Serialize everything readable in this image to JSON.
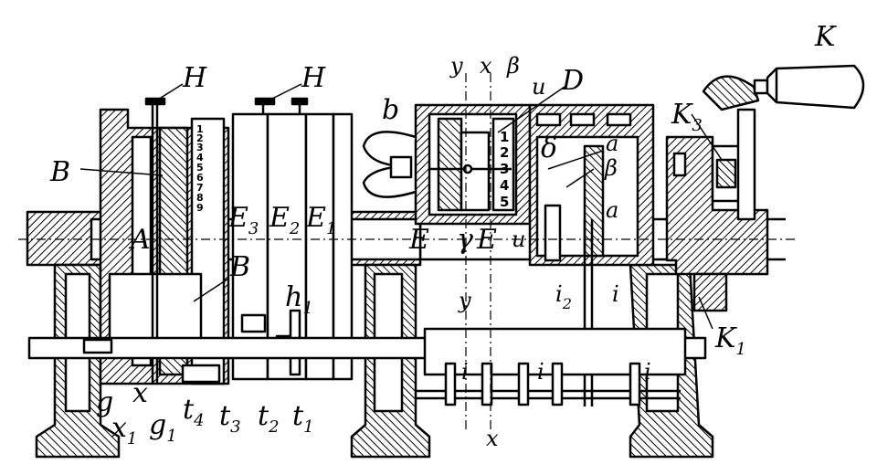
{
  "labels": {
    "K": "K",
    "H_left": "H",
    "H_mid": "H",
    "b": "b",
    "y_top": "y",
    "x_top": "x",
    "beta_top": "β",
    "u_top": "u",
    "D": "D",
    "K3": "K",
    "K3_sub": "3",
    "B_top": "B",
    "A": "A",
    "B_mid": "B",
    "E3": "E",
    "E3_sub": "3",
    "E2": "E",
    "E2_sub": "2",
    "E1": "E",
    "E1_sub": "1",
    "E_shaft": "E",
    "gamma": "γ",
    "E_sec": "E",
    "u_low": "u",
    "delta": "δ",
    "beta_right": "β",
    "a_upper": "a",
    "a_lower": "a",
    "h1": "h",
    "h1_sub": "1",
    "y_low": "y",
    "i2": "i",
    "i2_sub": "2",
    "i_right": "i",
    "K1": "K",
    "K1_sub": "1",
    "i_c1": "i",
    "i_c2": "i",
    "i_c3": "i",
    "g": "g",
    "x_bottom_left": "x",
    "x1": "x",
    "x1_sub": "1",
    "g1": "g",
    "g1_sub": "1",
    "t4": "t",
    "t4_sub": "4",
    "t3": "t",
    "t3_sub": "3",
    "t2": "t",
    "t2_sub": "2",
    "t1": "t",
    "t1_sub": "1",
    "x_bottom": "x"
  },
  "digits_wheel": [
    "1",
    "2",
    "3",
    "4",
    "5",
    "6",
    "7",
    "8",
    "9"
  ],
  "digits_counter": [
    "1",
    "2",
    "3",
    "4",
    "5"
  ],
  "colors": {
    "ink": "#000000",
    "paper": "#ffffff"
  }
}
